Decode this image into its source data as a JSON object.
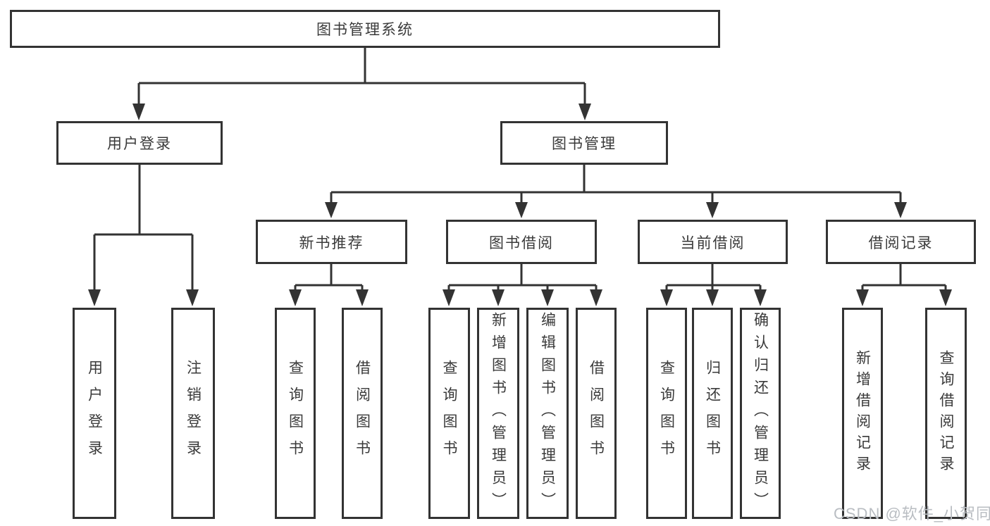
{
  "diagram_type": "hierarchy-tree",
  "colors": {
    "line": "#333333",
    "box_border": "#333333",
    "text": "#3a3a3a",
    "background": "#ffffff",
    "watermark": "#b9bdc2"
  },
  "tree": {
    "root": {
      "label": "图书管理系统"
    },
    "user_login": {
      "label": "用户登录",
      "children": {
        "login": {
          "label": "用户登录"
        },
        "logout": {
          "label": "注销登录"
        }
      }
    },
    "book_mgmt": {
      "label": "图书管理",
      "children": {
        "new_rec": {
          "label": "新书推荐",
          "children": {
            "query": {
              "label": "查询图书"
            },
            "borrow": {
              "label": "借阅图书"
            }
          }
        },
        "borrow": {
          "label": "图书借阅",
          "children": {
            "query": {
              "label": "查询图书"
            },
            "add": {
              "label": "新增图书（管理员）"
            },
            "edit": {
              "label": "编辑图书（管理员）"
            },
            "borrow": {
              "label": "借阅图书"
            }
          }
        },
        "current": {
          "label": "当前借阅",
          "children": {
            "query": {
              "label": "查询图书"
            },
            "return": {
              "label": "归还图书"
            },
            "confirm": {
              "label": "确认归还（管理员）"
            }
          }
        },
        "records": {
          "label": "借阅记录",
          "children": {
            "add": {
              "label": "新增借阅记录"
            },
            "query": {
              "label": "查询借阅记录"
            }
          }
        }
      }
    }
  },
  "watermark": {
    "text": "CSDN @软件_小贺同学"
  }
}
